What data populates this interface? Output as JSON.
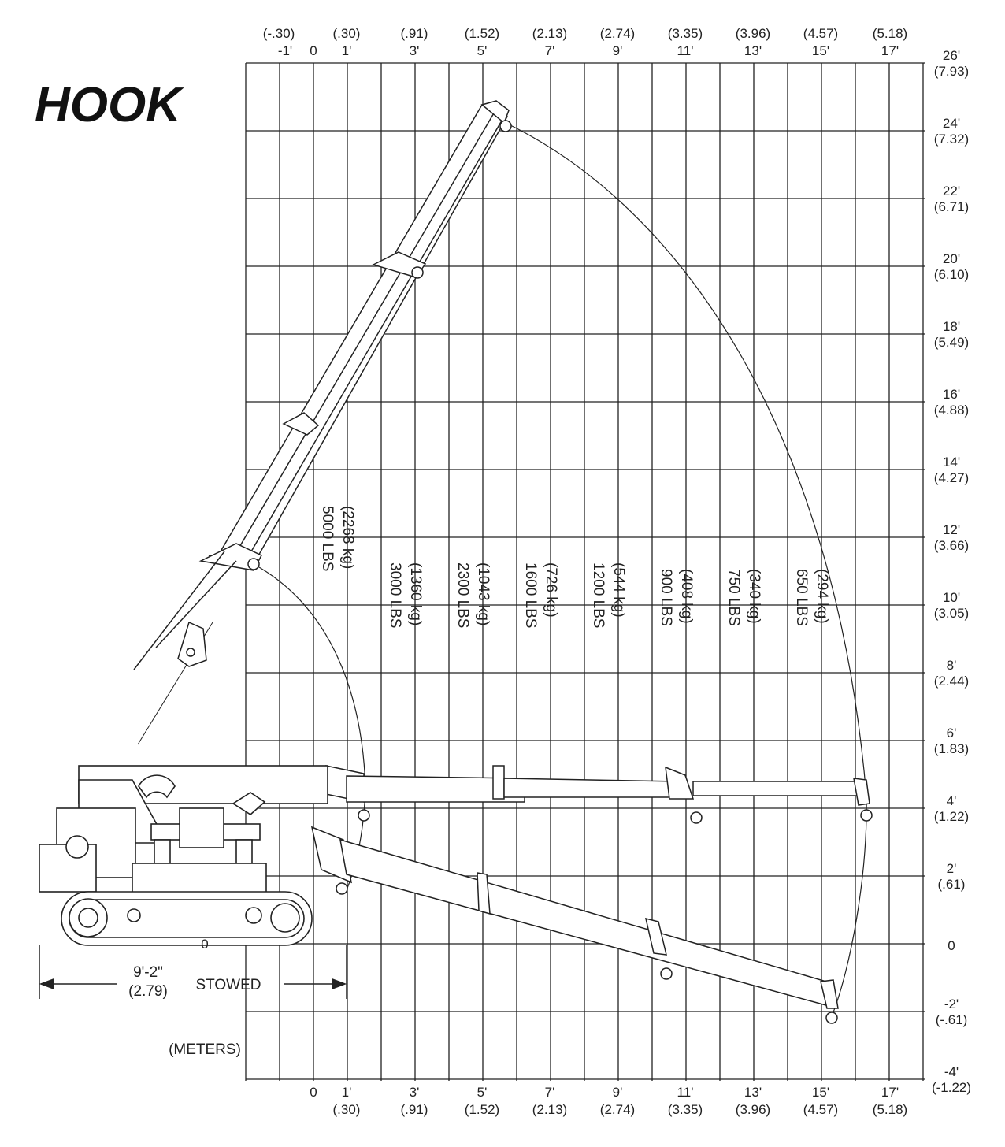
{
  "title": "HOOK",
  "x_axis": {
    "top_feet": [
      "-1'",
      "0",
      "1'",
      "3'",
      "5'",
      "7'",
      "9'",
      "11'",
      "13'",
      "15'",
      "17'"
    ],
    "top_meters": [
      "(-.30)",
      "(.30)",
      "(.91)",
      "(1.52)",
      "(2.13)",
      "(2.74)",
      "(3.35)",
      "(3.96)",
      "(4.57)",
      "(5.18)"
    ],
    "bottom_feet": [
      "0",
      "1'",
      "3'",
      "5'",
      "7'",
      "9'",
      "11'",
      "13'",
      "15'",
      "17'"
    ],
    "bottom_meters": [
      "(.30)",
      "(.91)",
      "(1.52)",
      "(2.13)",
      "(2.74)",
      "(3.35)",
      "(3.96)",
      "(4.57)",
      "(5.18)"
    ]
  },
  "y_axis": {
    "feet": [
      "26'",
      "24'",
      "22'",
      "20'",
      "18'",
      "16'",
      "14'",
      "12'",
      "10'",
      "8'",
      "6'",
      "4'",
      "2'",
      "0",
      "-2'",
      "-4'"
    ],
    "meters": [
      "(7.93)",
      "(7.32)",
      "(6.71)",
      "(6.10)",
      "(5.49)",
      "(4.88)",
      "(4.27)",
      "(3.66)",
      "(3.05)",
      "(2.44)",
      "(1.83)",
      "(1.22)",
      "(.61)",
      "",
      "(-.61)",
      "(-1.22)"
    ]
  },
  "load_zones": [
    {
      "lbs": "5000 LBS",
      "kg": "(2268 kg)"
    },
    {
      "lbs": "3000 LBS",
      "kg": "(1360 kg)"
    },
    {
      "lbs": "2300 LBS",
      "kg": "(1043 kg)"
    },
    {
      "lbs": "1600 LBS",
      "kg": "(726 kg)"
    },
    {
      "lbs": "1200 LBS",
      "kg": "(544 kg)"
    },
    {
      "lbs": "900 LBS",
      "kg": "(408 kg)"
    },
    {
      "lbs": "750 LBS",
      "kg": "(340 kg)"
    },
    {
      "lbs": "650 LBS",
      "kg": "(294 kg)"
    }
  ],
  "stowed": {
    "feet": "9'-2\"",
    "meters": "(2.79)",
    "label": "STOWED"
  },
  "units_label": "(METERS)",
  "base_zero": "0"
}
